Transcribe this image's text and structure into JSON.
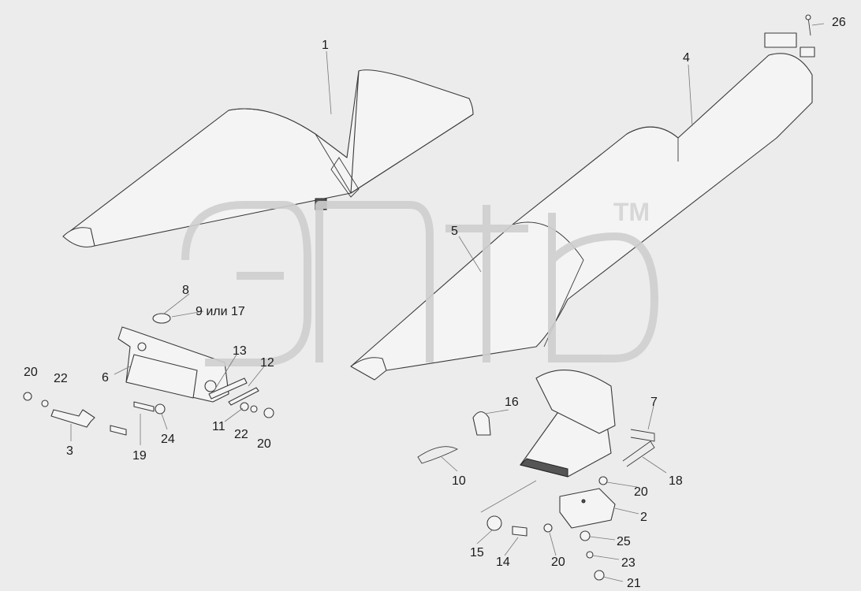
{
  "diagram": {
    "callouts": {
      "c1": "1",
      "c2": "2",
      "c3": "3",
      "c4": "4",
      "c5": "5",
      "c6": "6",
      "c7": "7",
      "c8": "8",
      "c9": "9 или 17",
      "c10": "10",
      "c11": "11",
      "c12": "12",
      "c13": "13",
      "c14": "14",
      "c15": "15",
      "c16": "16",
      "c18": "18",
      "c19": "19",
      "c20a": "20",
      "c20b": "20",
      "c20c": "20",
      "c20d": "20",
      "c21": "21",
      "c22a": "22",
      "c22b": "22",
      "c23": "23",
      "c24": "24",
      "c25": "25",
      "c26": "26"
    },
    "watermark": {
      "trademark": "TM"
    }
  },
  "colors": {
    "background": "#ececec",
    "part_fill": "#f4f4f4",
    "line": "#3a3a3a",
    "watermark": "#cfcfcf"
  }
}
